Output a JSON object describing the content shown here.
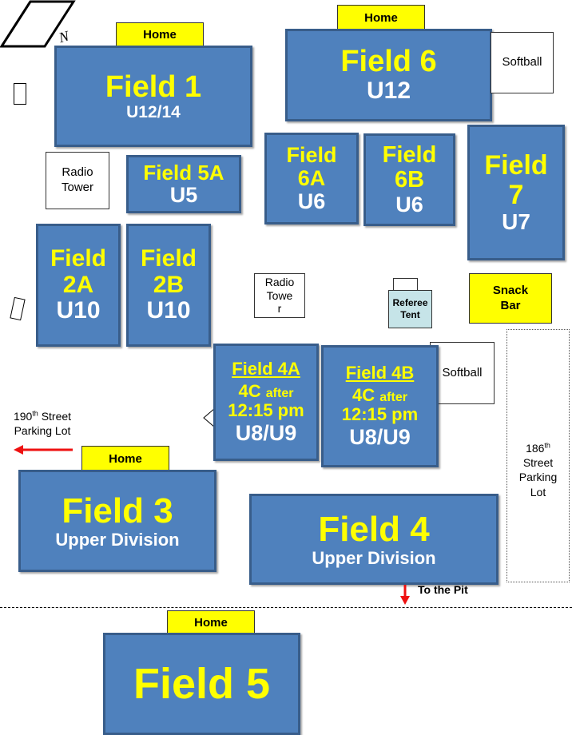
{
  "compass": {
    "north_letter": "N"
  },
  "home_label": "Home",
  "fields": {
    "f1": {
      "name": "Field 1",
      "division": "U12/14"
    },
    "f6": {
      "name": "Field 6",
      "division": "U12"
    },
    "f5a": {
      "name": "Field 5A",
      "division": "U5"
    },
    "f6a": {
      "name_line1": "Field",
      "name_line2": "6A",
      "division": "U6"
    },
    "f6b": {
      "name_line1": "Field",
      "name_line2": "6B",
      "division": "U6"
    },
    "f7": {
      "name_line1": "Field",
      "name_line2": "7",
      "division": "U7"
    },
    "f2a": {
      "name_line1": "Field",
      "name_line2": "2A",
      "division": "U10"
    },
    "f2b": {
      "name_line1": "Field",
      "name_line2": "2B",
      "division": "U10"
    },
    "f4a": {
      "name": "Field 4A",
      "note_4c": "4C",
      "note_after": "after",
      "note_time": "12:15 pm",
      "division": "U8/U9"
    },
    "f4b": {
      "name": "Field 4B",
      "note_4c": "4C",
      "note_after": "after",
      "note_time": "12:15 pm",
      "division": "U8/U9"
    },
    "f3": {
      "name": "Field 3",
      "division": "Upper Division"
    },
    "f4": {
      "name": "Field 4",
      "division": "Upper Division"
    },
    "f5": {
      "name": "Field 5"
    }
  },
  "labels": {
    "softball": "Softball",
    "radio_tower": {
      "line1": "Radio",
      "line2": "Tower"
    },
    "radio_tower_2": {
      "line1": "Radio",
      "line2": "Towe",
      "line3": "r"
    },
    "referee_tent": {
      "line1": "Referee",
      "line2": "Tent"
    },
    "snack_bar": {
      "line1": "Snack",
      "line2": "Bar"
    },
    "parking_190": {
      "number": "190",
      "suffix": "th",
      "rest1": " Street",
      "line2": "Parking Lot"
    },
    "parking_186": {
      "number": "186",
      "suffix": "th",
      "line2": "Street",
      "line3": "Parking",
      "line4": "Lot"
    },
    "to_the_pit": "To the Pit"
  },
  "colors": {
    "field_fill": "#4f81bd",
    "field_border": "#385d8a",
    "field_name_text": "#ffff00",
    "division_text": "#ffffff",
    "home_fill": "#ffff00",
    "referee_fill": "#c6e4e8",
    "arrow": "#ee1111"
  }
}
